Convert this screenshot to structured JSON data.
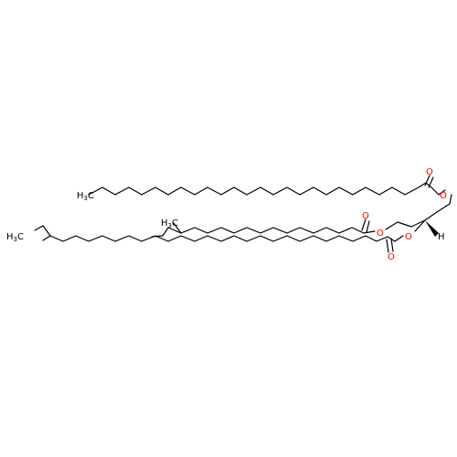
{
  "molecule": {
    "atoms": {
      "o_ester1": "O",
      "o_carbonyl1": "O",
      "o_ester2": "O",
      "o_carbonyl2": "O",
      "o_ester3": "O",
      "o_carbonyl3": "O",
      "h_stereo": "H",
      "methyl_chain1": {
        "main": "H",
        "sub": "3",
        "tail": "C"
      },
      "methyl_chain2": {
        "main": "H",
        "sub": "3",
        "tail": "C"
      },
      "methyl_chain3": {
        "main": "H",
        "sub": "3",
        "tail": "C"
      }
    },
    "colors": {
      "bond": "#000000",
      "oxygen": "#ff0000",
      "text": "#000000"
    }
  }
}
